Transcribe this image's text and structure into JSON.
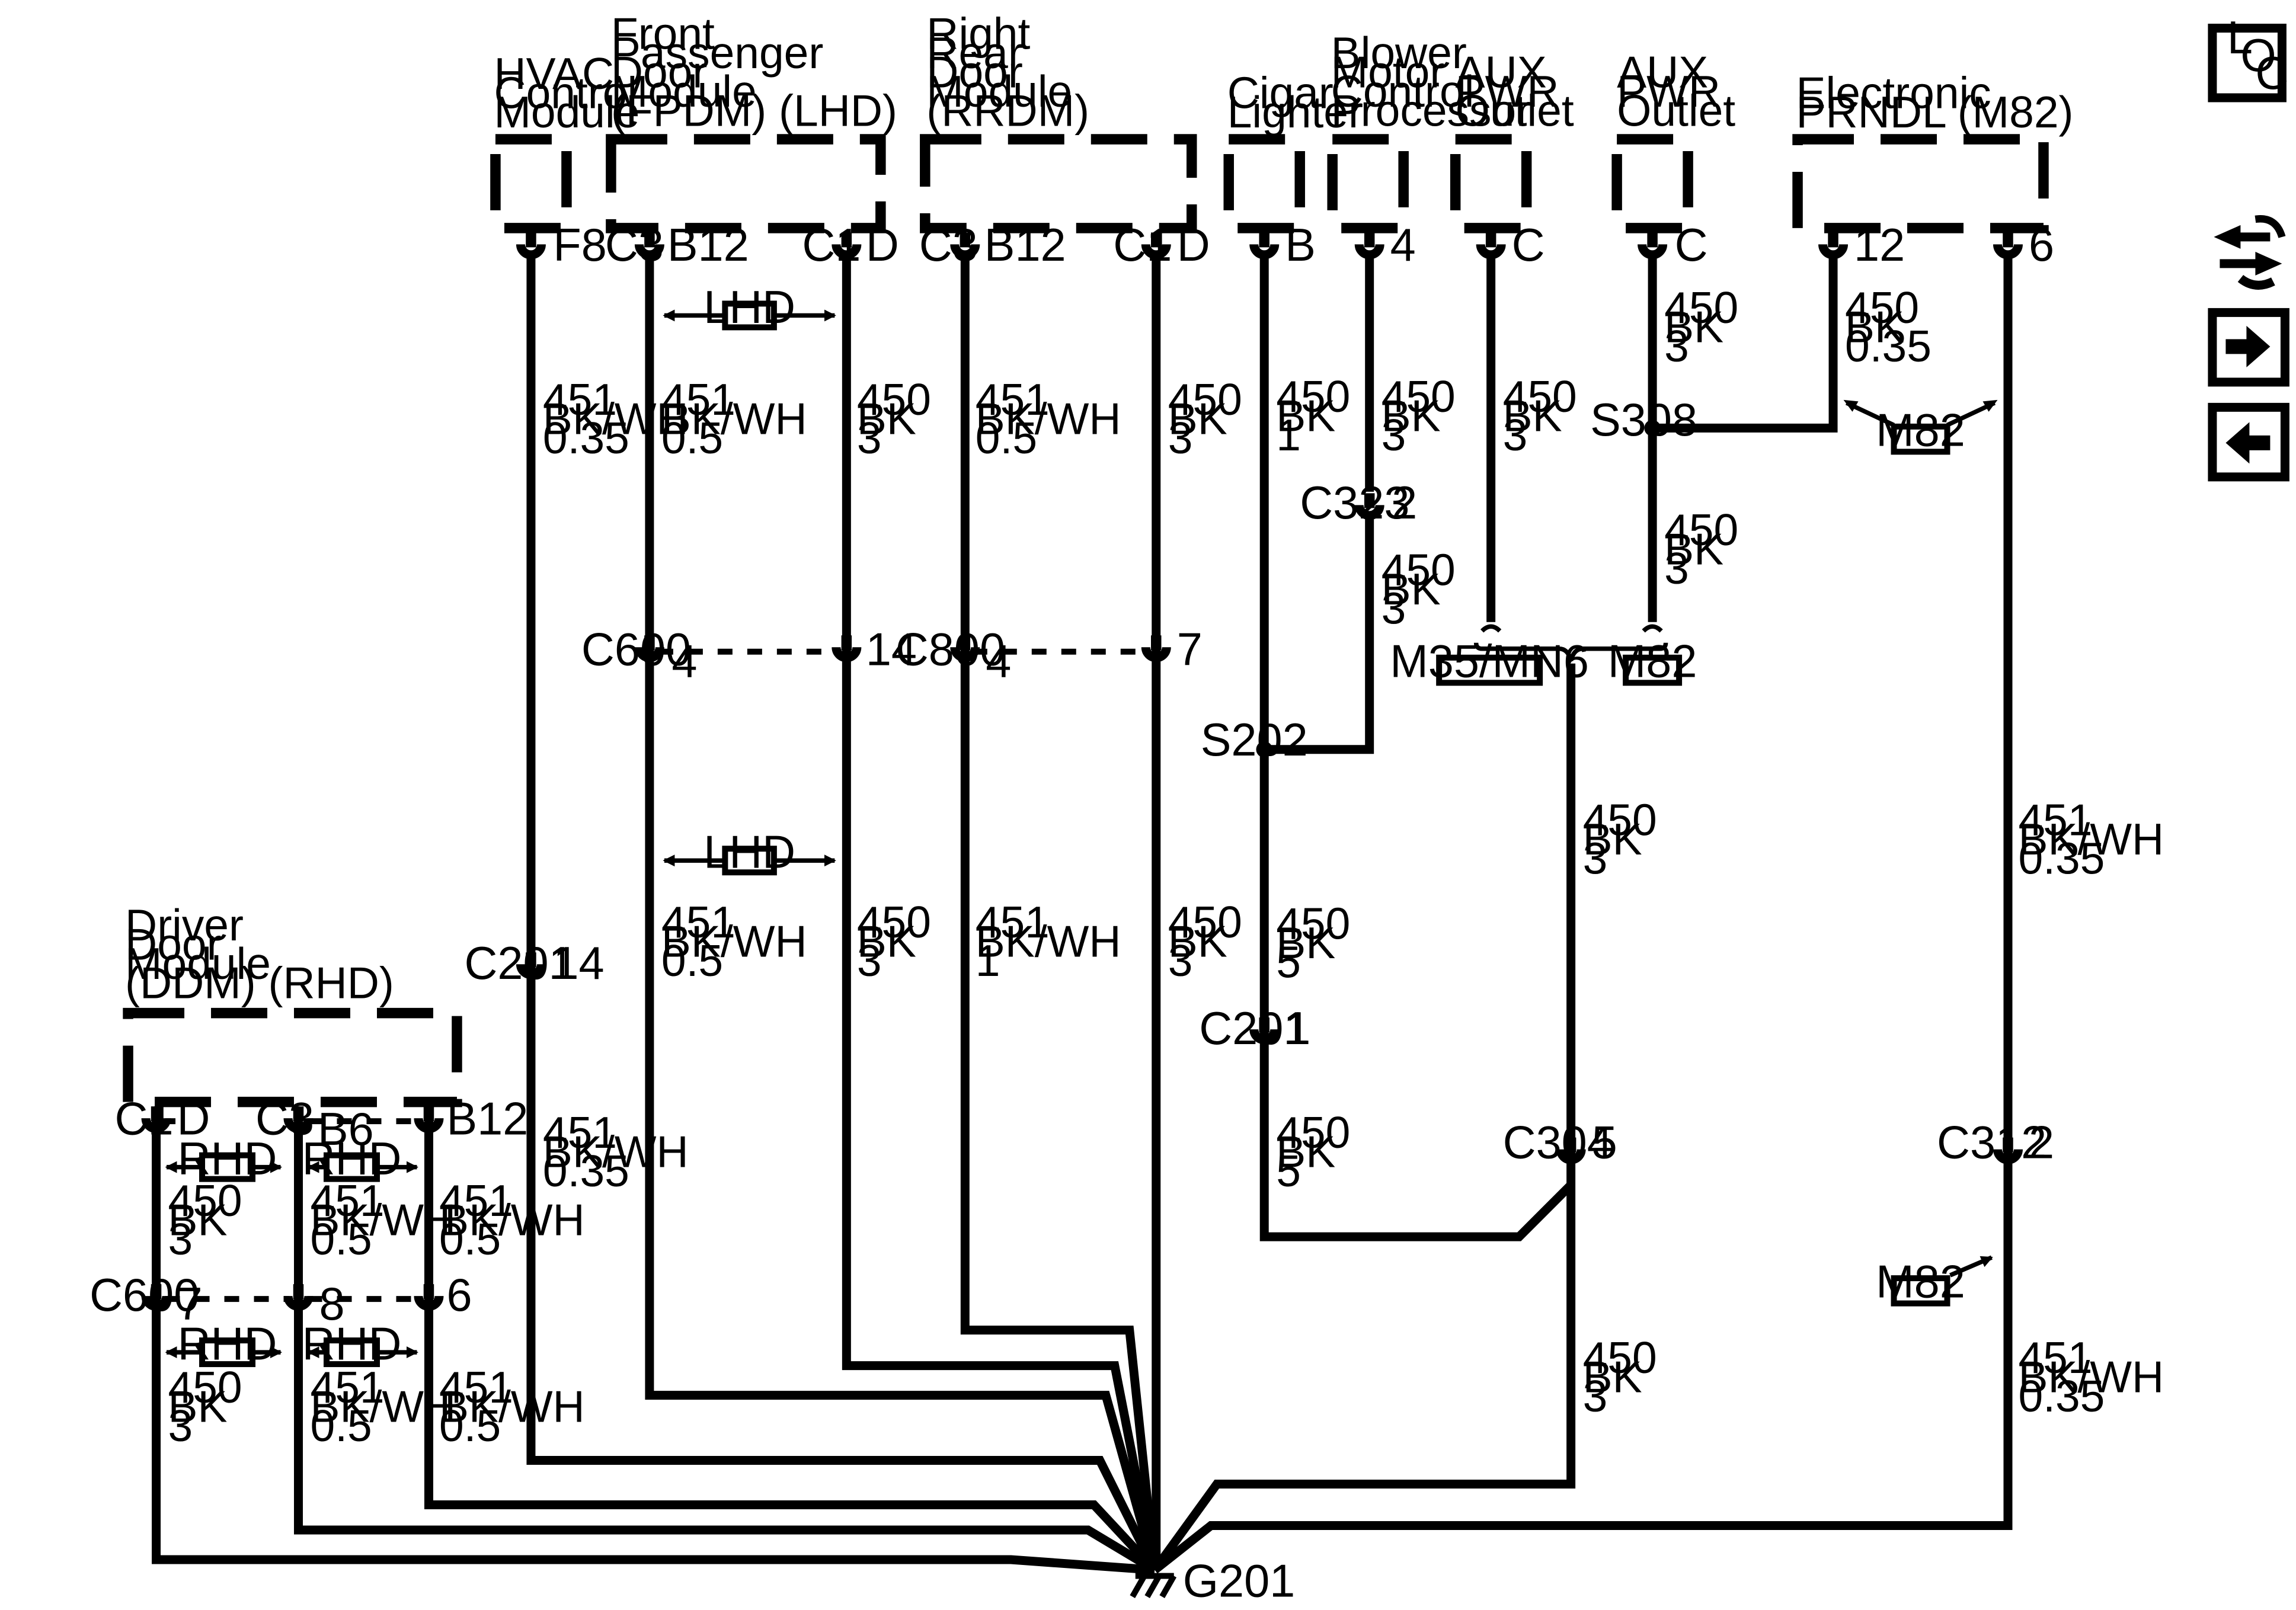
{
  "components": {
    "hvac": [
      "HVAC",
      "Control",
      "Module"
    ],
    "fpdm": [
      "Front",
      "Passenger",
      "Door",
      "Module",
      "(FPDM) (LHD)"
    ],
    "rrdm": [
      "Right",
      "Rear",
      "Door",
      "Module",
      "(RRDM)"
    ],
    "cigar": [
      "Cigar",
      "Lighter"
    ],
    "blower": [
      "Blower",
      "Motor",
      "Control",
      "Processor"
    ],
    "aux1": [
      "AUX",
      "PWR",
      "Outlet"
    ],
    "aux2": [
      "AUX",
      "PWR",
      "Outlet"
    ],
    "prndl": [
      "Electronic",
      "PRNDL (M82)"
    ],
    "ddm": [
      "Driver",
      "Door",
      "Module",
      "(DDM) (RHD)"
    ]
  },
  "pins": {
    "hvac_f8": "F8",
    "fpdm_c3": "C3",
    "fpdm_b12": "B12",
    "fpdm_c1": "C1",
    "fpdm_d": "D",
    "rrdm_c3": "C3",
    "rrdm_b12": "B12",
    "rrdm_c1": "C1",
    "rrdm_d": "D",
    "cigar_b": "B",
    "blower_4": "4",
    "aux1_c": "C",
    "aux2_c": "C",
    "prndl_12": "12",
    "prndl_6": "6",
    "ddm_c1": "C1",
    "ddm_d": "D",
    "ddm_c3": "C3",
    "ddm_b6": "B6",
    "ddm_b12": "B12"
  },
  "connectors": {
    "c600_upper": "C600",
    "c600_upper_4": "4",
    "c600_upper_14": "14",
    "c800": "C800",
    "c800_4": "4",
    "c800_7": "7",
    "c201_14": "C201",
    "c201_14_pin": "14",
    "c201_1": "C201",
    "c201_1_pin": "1",
    "c323": "C323",
    "c323_pin": "2",
    "c304": "C304",
    "c304_pin": "5",
    "c312": "C312",
    "c312_pin": "2",
    "c600_lower": "C600",
    "c600_lower_7": "7",
    "c600_lower_8": "8",
    "c600_lower_6": "6"
  },
  "splices": {
    "s308": "S308",
    "s202": "S202"
  },
  "ground": "G201",
  "options": {
    "lhd1": "LHD",
    "lhd2": "LHD",
    "m82_top": "M82",
    "m35": "M35/MN6",
    "m82_mid": "M82",
    "m82_bot": "M82",
    "rhd1": "RHD",
    "rhd2": "RHD",
    "rhd3": "RHD",
    "rhd4": "RHD"
  },
  "wires": {
    "hvac_upper": [
      "451",
      "BK/WH",
      "0.35"
    ],
    "hvac_lower": [
      "451",
      "BK/WH",
      "0.35"
    ],
    "fpdm_b12_upper": [
      "451",
      "BK/WH",
      "0.5"
    ],
    "fpdm_b12_lower": [
      "451",
      "BK/WH",
      "0.5"
    ],
    "fpdm_d_upper": [
      "450",
      "BK",
      "3"
    ],
    "fpdm_d_lower": [
      "450",
      "BK",
      "3"
    ],
    "rrdm_b12_upper": [
      "451",
      "BK/WH",
      "0.5"
    ],
    "rrdm_b12_lower": [
      "451",
      "BK/WH",
      "1"
    ],
    "rrdm_d_upper": [
      "450",
      "BK",
      "3"
    ],
    "rrdm_d_lower": [
      "450",
      "BK",
      "3"
    ],
    "cigar_upper": [
      "450",
      "BK",
      "1"
    ],
    "cigar_mid": [
      "450",
      "BK",
      "5"
    ],
    "cigar_lower": [
      "450",
      "BK",
      "5"
    ],
    "blower_upper": [
      "450",
      "BK",
      "3"
    ],
    "blower_lower": [
      "450",
      "BK",
      "3"
    ],
    "aux1": [
      "450",
      "BK",
      "3"
    ],
    "aux2_upper": [
      "450",
      "BK",
      "3"
    ],
    "aux2_lower": [
      "450",
      "BK",
      "3"
    ],
    "prndl_12": [
      "450",
      "BK",
      "0.35"
    ],
    "c304_upper": [
      "450",
      "BK",
      "3"
    ],
    "c304_lower": [
      "450",
      "BK",
      "3"
    ],
    "prndl_6_upper": [
      "451",
      "BK/WH",
      "0.35"
    ],
    "prndl_6_lower": [
      "451",
      "BK/WH",
      "0.35"
    ],
    "ddm_d_upper": [
      "450",
      "BK",
      "3"
    ],
    "ddm_d_lower": [
      "450",
      "BK",
      "3"
    ],
    "ddm_b6_upper": [
      "451",
      "BK/WH",
      "0.5"
    ],
    "ddm_b6_lower": [
      "451",
      "BK/WH",
      "0.5"
    ],
    "ddm_b12_upper": [
      "451",
      "BK/WH",
      "0.5"
    ],
    "ddm_b12_lower": [
      "451",
      "BK/WH",
      "0.5"
    ]
  },
  "nav": {
    "loc": [
      "L",
      "O",
      "C"
    ],
    "icons": [
      "connector-end-view-icon",
      "arrow-right-icon",
      "arrow-left-icon"
    ]
  }
}
